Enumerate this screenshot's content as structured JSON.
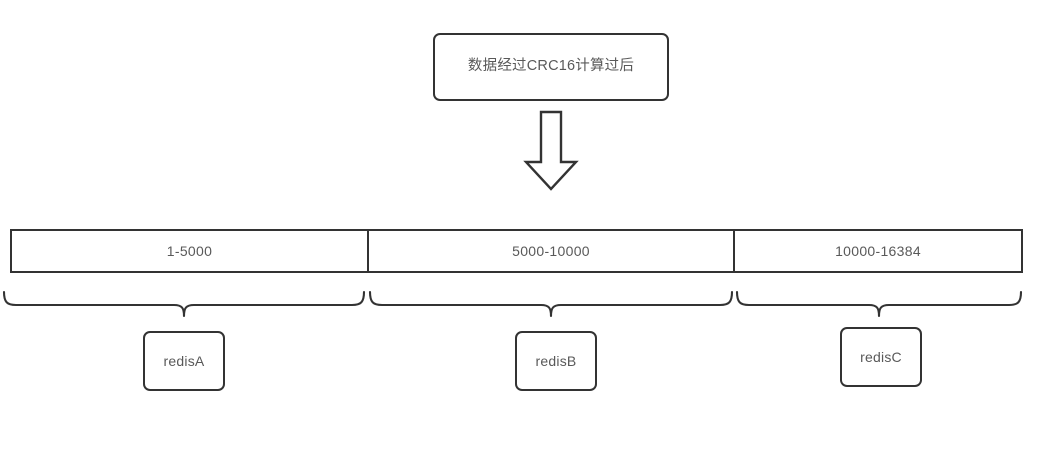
{
  "diagram": {
    "title_box": {
      "label": "数据经过CRC16计算过后"
    },
    "arrow": {
      "icon": "block-arrow-down-icon",
      "direction": "down"
    },
    "slot_bar": {
      "segments": [
        {
          "label": "1-5000"
        },
        {
          "label": "5000-10000"
        },
        {
          "label": "10000-16384"
        }
      ]
    },
    "braces": [
      {
        "icon": "curly-brace-down-icon"
      },
      {
        "icon": "curly-brace-down-icon"
      },
      {
        "icon": "curly-brace-down-icon"
      }
    ],
    "nodes": [
      {
        "label": "redisA"
      },
      {
        "label": "redisB"
      },
      {
        "label": "redisC"
      }
    ],
    "colors": {
      "stroke": "#333333",
      "text": "#595959",
      "background": "#ffffff"
    }
  }
}
